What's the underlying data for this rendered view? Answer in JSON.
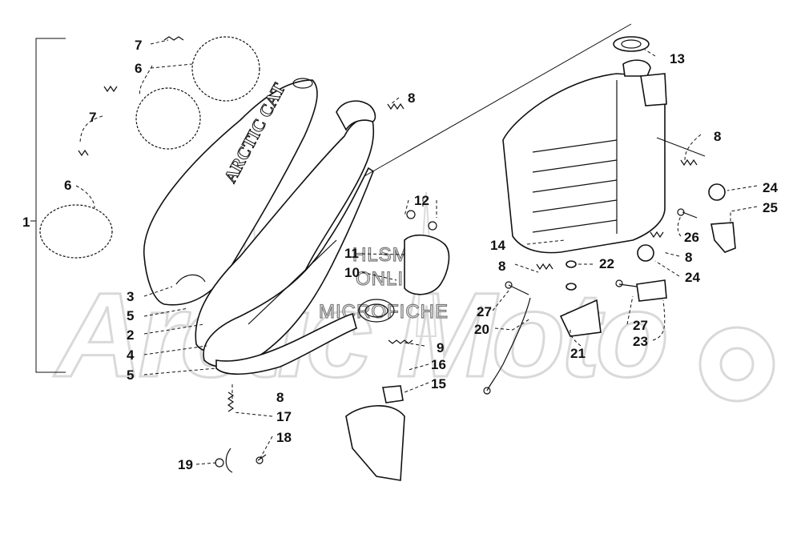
{
  "watermark": {
    "brand": "Arctic Moto",
    "line1": "HLSMS",
    "line2": "ONLINE",
    "line3": "MICROFICHE"
  },
  "decal": {
    "text": "ARCTIC CAT"
  },
  "callouts": [
    {
      "id": "c1",
      "label": "1"
    },
    {
      "id": "c2",
      "label": "2"
    },
    {
      "id": "c3",
      "label": "3"
    },
    {
      "id": "c4",
      "label": "4"
    },
    {
      "id": "c5a",
      "label": "5"
    },
    {
      "id": "c5b",
      "label": "5"
    },
    {
      "id": "c6a",
      "label": "6"
    },
    {
      "id": "c6b",
      "label": "6"
    },
    {
      "id": "c7a",
      "label": "7"
    },
    {
      "id": "c7b",
      "label": "7"
    },
    {
      "id": "c8a",
      "label": "8"
    },
    {
      "id": "c8b",
      "label": "8"
    },
    {
      "id": "c8c",
      "label": "8"
    },
    {
      "id": "c8d",
      "label": "8"
    },
    {
      "id": "c8e",
      "label": "8"
    },
    {
      "id": "c9",
      "label": "9"
    },
    {
      "id": "c10",
      "label": "10"
    },
    {
      "id": "c11",
      "label": "11"
    },
    {
      "id": "c12",
      "label": "12"
    },
    {
      "id": "c13",
      "label": "13"
    },
    {
      "id": "c14",
      "label": "14"
    },
    {
      "id": "c15",
      "label": "15"
    },
    {
      "id": "c16",
      "label": "16"
    },
    {
      "id": "c17",
      "label": "17"
    },
    {
      "id": "c18",
      "label": "18"
    },
    {
      "id": "c19",
      "label": "19"
    },
    {
      "id": "c20",
      "label": "20"
    },
    {
      "id": "c21",
      "label": "21"
    },
    {
      "id": "c22",
      "label": "22"
    },
    {
      "id": "c23",
      "label": "23"
    },
    {
      "id": "c24a",
      "label": "24"
    },
    {
      "id": "c24b",
      "label": "24"
    },
    {
      "id": "c25",
      "label": "25"
    },
    {
      "id": "c26",
      "label": "26"
    },
    {
      "id": "c27a",
      "label": "27"
    },
    {
      "id": "c27b",
      "label": "27"
    }
  ]
}
